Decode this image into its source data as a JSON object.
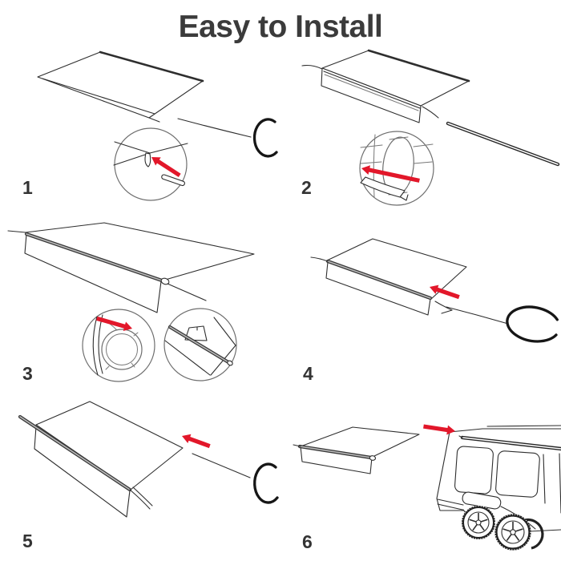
{
  "title": "Easy to Install",
  "colors": {
    "background": "#ffffff",
    "ink": "#2e2e2e",
    "ink_light": "#777777",
    "accent_red": "#e2172a",
    "text": "#3b3b3b"
  },
  "steps": [
    {
      "number": "1",
      "illustration": "flat-awning-fabric-with-magnifier-showing-pull-rod-into-pocket"
    },
    {
      "number": "2",
      "illustration": "fabric-edge-rolled-with-magnifier-showing-strap-pulled-through-roller-end"
    },
    {
      "number": "3",
      "illustration": "roller-tube-along-fabric-edge-with-magnifiers-of-tube-profile-and-rod-channel"
    },
    {
      "number": "4",
      "illustration": "awning-slid-along-rail-with-pull-cord-and-ring"
    },
    {
      "number": "5",
      "illustration": "rolled-awning-pulled-by-cord-with-ring"
    },
    {
      "number": "6",
      "illustration": "awning-assembly-slid-into-rv-trailer-roof-rail"
    }
  ]
}
